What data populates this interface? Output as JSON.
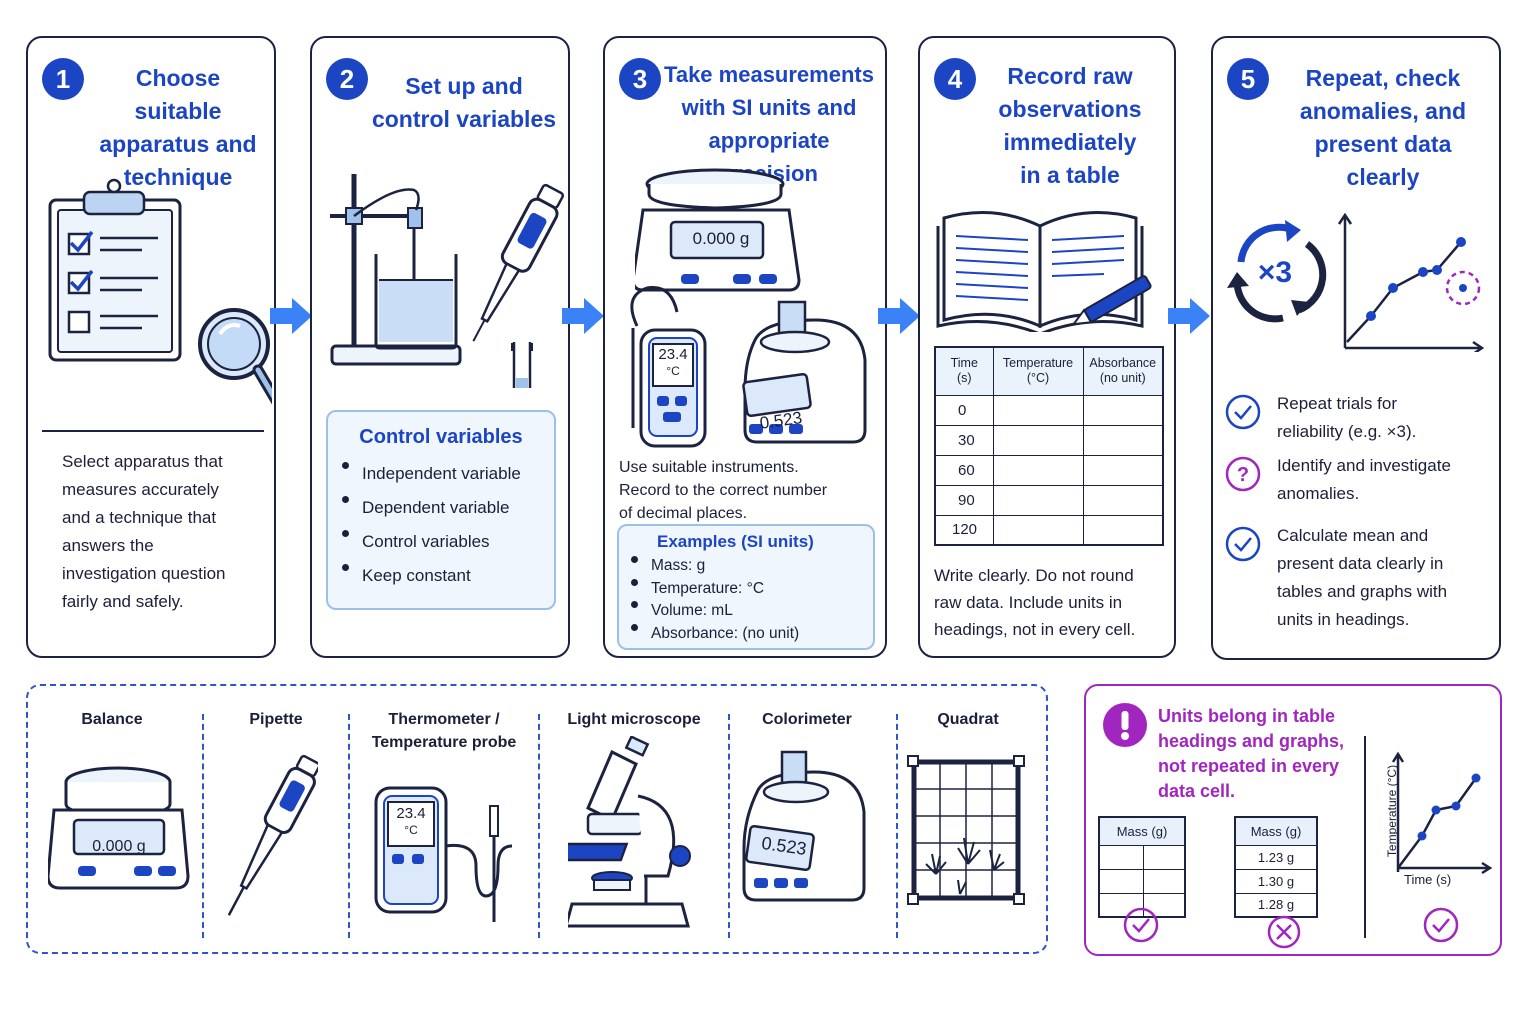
{
  "steps": [
    {
      "number": "1",
      "title": [
        "Choose suitable",
        "apparatus and",
        "technique"
      ],
      "body": [
        "Select apparatus that",
        "measures accurately",
        "and a technique that",
        "answers the",
        "investigation question",
        "fairly and safely."
      ]
    },
    {
      "number": "2",
      "title": [
        "Set up and",
        "control variables"
      ],
      "box_title": "Control variables",
      "bullets": [
        "Independent variable",
        "Dependent variable",
        "Control variables",
        "Keep constant"
      ]
    },
    {
      "number": "3",
      "title": [
        "Take measurements",
        "with SI units and",
        "appropriate precision"
      ],
      "balance_reading": "0.000 g",
      "probe_reading": [
        "23.4",
        "°C"
      ],
      "colorimeter_reading": "0.523",
      "body": [
        "Use suitable instruments.",
        "Record to the correct number",
        "of decimal places."
      ],
      "box_title": "Examples (SI units)",
      "bullets": [
        "Mass: g",
        "Temperature: °C",
        "Volume: mL",
        "Absorbance: (no unit)"
      ]
    },
    {
      "number": "4",
      "title": [
        "Record raw",
        "observations",
        "immediately",
        "in a table"
      ],
      "table_headers": [
        [
          "Time",
          "(s)"
        ],
        [
          "Temperature",
          "(°C)"
        ],
        [
          "Absorbance",
          "(no unit)"
        ]
      ],
      "table_rows": [
        "0",
        "30",
        "60",
        "90",
        "120"
      ],
      "body": [
        "Write clearly.  Do not round",
        "raw data. Include units in",
        "headings, not in every cell."
      ]
    },
    {
      "number": "5",
      "title": [
        "Repeat, check",
        "anomalies, and",
        "present data",
        "clearly"
      ],
      "repeat_label": "×3",
      "checks": [
        {
          "icon": "check-circle-icon",
          "lines": [
            "Repeat trials for",
            "reliability (e.g. ×3)."
          ]
        },
        {
          "icon": "question-circle-icon",
          "lines": [
            "Identify and investigate",
            "anomalies."
          ]
        },
        {
          "icon": "check-circle-icon",
          "lines": [
            "Calculate mean and",
            "present data clearly in",
            "tables and graphs with",
            "units in headings."
          ]
        }
      ]
    }
  ],
  "equipment": [
    {
      "label": [
        "Balance"
      ],
      "reading": "0.000 g"
    },
    {
      "label": [
        "Pipette"
      ]
    },
    {
      "label": [
        "Thermometer /",
        "Temperature probe"
      ],
      "reading": [
        "23.4",
        "°C"
      ]
    },
    {
      "label": [
        "Light microscope"
      ]
    },
    {
      "label": [
        "Colorimeter"
      ],
      "reading": "0.523"
    },
    {
      "label": [
        "Quadrat"
      ]
    }
  ],
  "units_note": {
    "title": [
      "Units belong in table",
      "headings and graphs,",
      "not repeated in every",
      "data cell."
    ],
    "good_table_header": "Mass (g)",
    "bad_table_header": "Mass (g)",
    "bad_table_values": [
      "1.23 g",
      "1.30 g",
      "1.28 g"
    ],
    "graph_ylabel": "Temperature (°C)",
    "graph_xlabel": "Time (s)"
  },
  "colors": {
    "primary": "#1c45c4",
    "arrow": "#3b82f6",
    "magenta": "#a126bf",
    "outline": "#1c2340",
    "light_fill": "#f0f6fd"
  }
}
